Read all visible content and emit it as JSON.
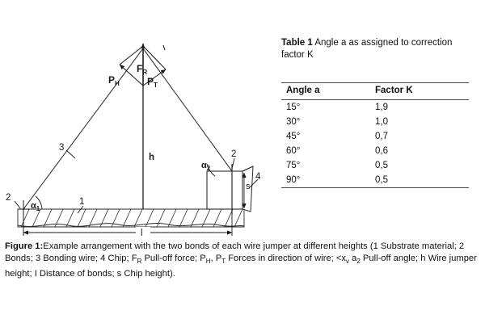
{
  "figure": {
    "labels": {
      "force_resultant": "F",
      "force_resultant_sub": "R",
      "force_horizontal": "P",
      "force_horizontal_sub": "H",
      "force_tension": "P",
      "force_tension_sub": "T",
      "height": "h",
      "distance": "l",
      "chip_height": "s",
      "alpha1": "α",
      "alpha1_sub": "1",
      "alpha2": "α",
      "alpha2_sub": "2",
      "callout_substrate": "1",
      "callout_bond_left": "2",
      "callout_bond_right": "2",
      "callout_wire": "3",
      "callout_chip": "4"
    }
  },
  "table": {
    "title_prefix": "Table 1",
    "title_text": " Angle a as assigned to correction factor K",
    "columns": [
      "Angle a",
      "Factor K"
    ],
    "rows": [
      [
        "15°",
        "1,9"
      ],
      [
        "30°",
        "1,0"
      ],
      [
        "45°",
        "0,7"
      ],
      [
        "60°",
        "0,6"
      ],
      [
        "75°",
        "0,5"
      ],
      [
        "90°",
        "0,5"
      ]
    ]
  },
  "caption": {
    "prefix": "Figure 1:",
    "part1": "Example arrangement with the two bonds of each wire jumper at different heights (1 Substrate material; 2 Bonds; 3 Bonding wire; 4 Chip; F",
    "sub1": "R",
    "part2": " Pull-off force; P",
    "sub2": "H",
    "part3": ", P",
    "sub3": "T",
    "part4": " Forces in direction of wire; <x",
    "sub4": "v",
    "part5": " a",
    "sub5": "2",
    "part6": " Pull-off angle; h Wire jumper height; I Distance of bonds; s Chip height)."
  },
  "colors": {
    "ink": "#1a1a1a",
    "rule": "#4a4a4a",
    "background": "#ffffff"
  }
}
